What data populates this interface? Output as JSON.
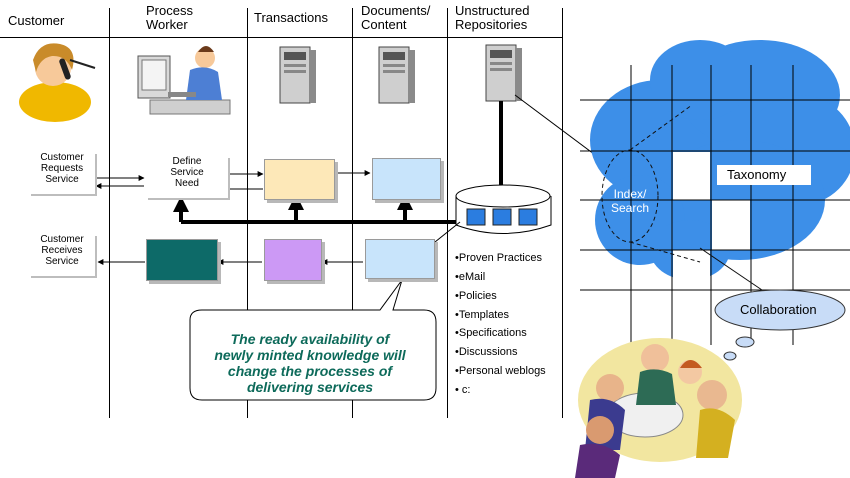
{
  "lanes": {
    "customer": "Customer",
    "process_worker": [
      "Process",
      "Worker"
    ],
    "transactions": "Transactions",
    "documents_content": [
      "Documents/",
      "Content"
    ],
    "unstructured": [
      "Unstructured",
      "Repositories"
    ]
  },
  "boxes": {
    "customer_requests": [
      "Customer",
      "Requests",
      "Service"
    ],
    "define_service": [
      "Define",
      "Service",
      "Need"
    ],
    "customer_receives": [
      "Customer",
      "Receives",
      "Service"
    ]
  },
  "repository_items": [
    "•Proven Practices",
    "•eMail",
    "•Policies",
    "•Templates",
    "•Specifications",
    "•Discussions",
    "•Personal weblogs",
    "• c:"
  ],
  "callout": [
    "The ready availability of",
    "newly minted knowledge will",
    "change the processes of",
    "delivering services"
  ],
  "cloud": {
    "index_search": [
      "Index/",
      "Search"
    ],
    "taxonomy": "Taxonomy",
    "collaboration": "Collaboration"
  },
  "colors": {
    "transaction_box": "#fde8b8",
    "document_box": "#c8e4fb",
    "delivery_box": "#0d6a68",
    "purple_box": "#cc99f5",
    "cloud": "#3d8fe8",
    "callout_text": "#0d6a5a"
  }
}
